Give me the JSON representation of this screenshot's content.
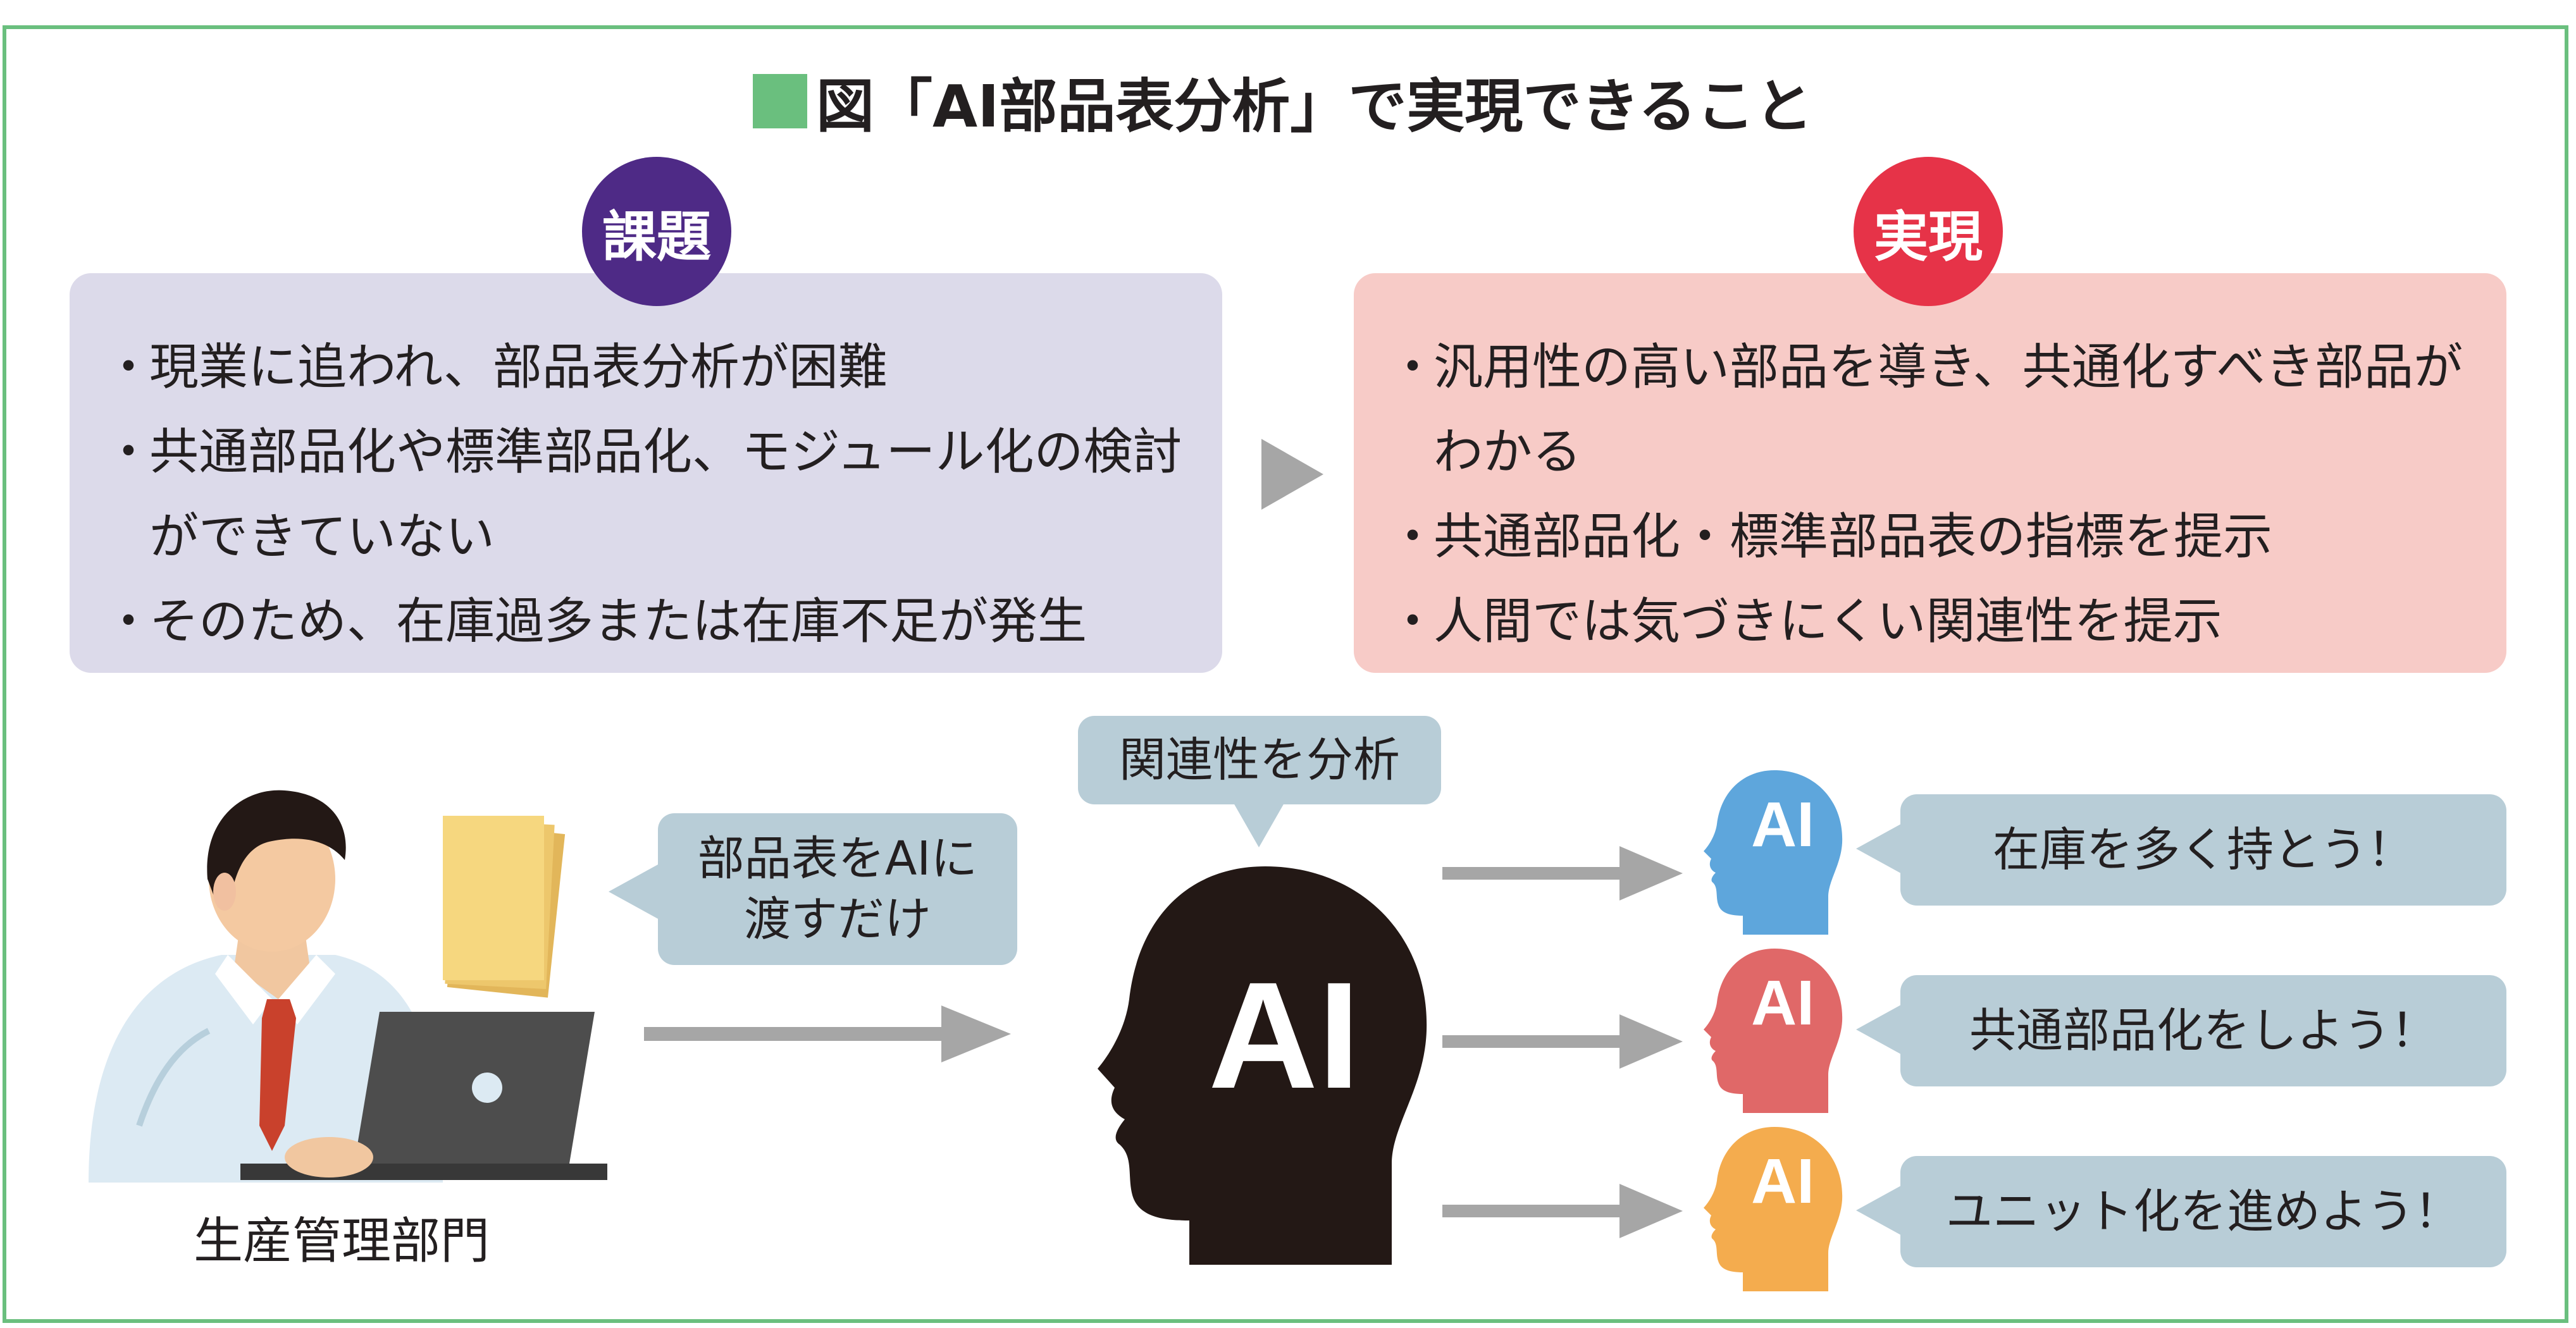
{
  "title": "図「AI部品表分析」で実現できること",
  "colors": {
    "frame": "#6abf7e",
    "title_mark": "#6abf7e",
    "challenge_badge": "#4e2a86",
    "challenge_box": "#dcdaea",
    "result_badge": "#e63348",
    "result_box": "#f7cbc7",
    "bubble": "#b8cdd7",
    "arrow": "#a6a6a6",
    "ai_head_main": "#231815",
    "ai_head_blue": "#5ea6dc",
    "ai_head_red": "#e06868",
    "ai_head_orange": "#f4ac4e"
  },
  "challenges": {
    "badge": "課題",
    "items": [
      "現業に追われ、部品表分析が困難",
      "共通部品化や標準部品化、モジュール化の検討ができていない",
      "そのため、在庫過多または在庫不足が発生"
    ]
  },
  "results": {
    "badge": "実現",
    "items": [
      "汎用性の高い部品を導き、共通化すべき部品がわかる",
      "共通部品化・標準部品表の指標を提示",
      "人間では気づきにくい関連性を提示"
    ]
  },
  "department": {
    "label": "生産管理部門",
    "bubble_line1": "部品表をAIに",
    "bubble_line2": "渡すだけ"
  },
  "ai": {
    "label": "AI",
    "bubble": "関連性を分析"
  },
  "outputs": [
    {
      "head_label": "AI",
      "message": "在庫を多く持とう！",
      "color": "blue"
    },
    {
      "head_label": "AI",
      "message": "共通部品化をしよう！",
      "color": "red"
    },
    {
      "head_label": "AI",
      "message": "ユニット化を進めよう！",
      "color": "orange"
    }
  ]
}
